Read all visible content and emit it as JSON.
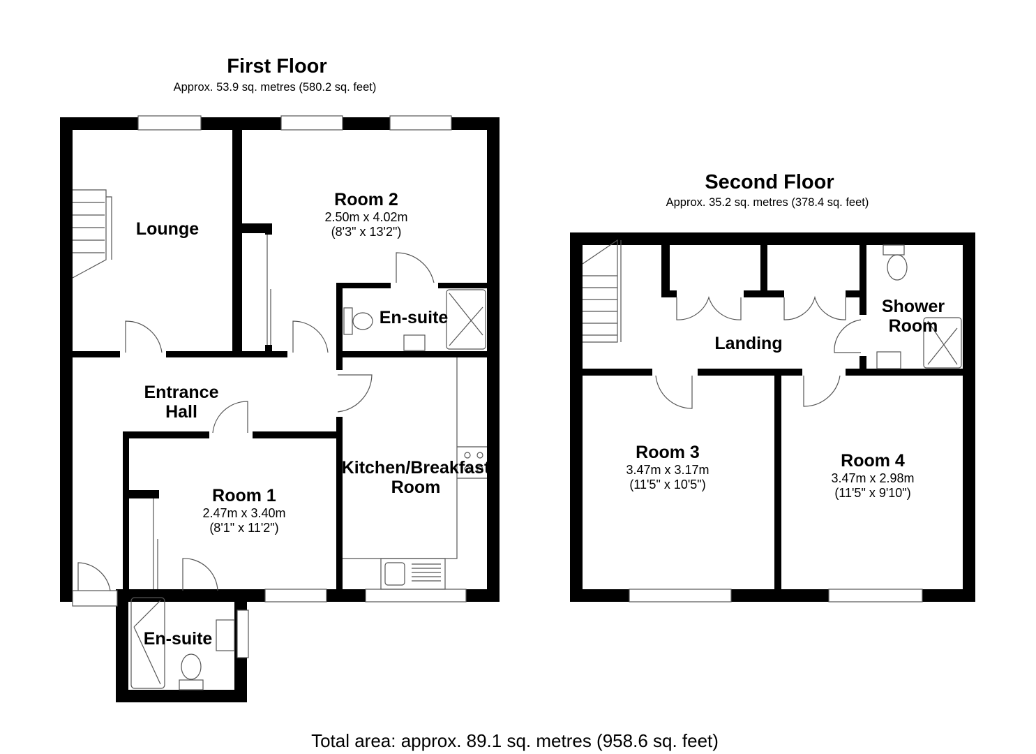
{
  "first_floor": {
    "title": "First Floor",
    "area": "Approx. 53.9 sq. metres (580.2 sq. feet)",
    "rooms": {
      "lounge": {
        "name": "Lounge"
      },
      "room2": {
        "name": "Room 2",
        "metric": "2.50m x 4.02m",
        "imperial": "(8'3\" x 13'2\")"
      },
      "ensuite_upper": {
        "name": "En-suite"
      },
      "entrance_hall": {
        "name_line1": "Entrance",
        "name_line2": "Hall"
      },
      "kitchen": {
        "name_line1": "Kitchen/Breakfast",
        "name_line2": "Room"
      },
      "room1": {
        "name": "Room 1",
        "metric": "2.47m x 3.40m",
        "imperial": "(8'1\" x 11'2\")"
      },
      "ensuite_lower": {
        "name": "En-suite"
      }
    }
  },
  "second_floor": {
    "title": "Second Floor",
    "area": "Approx. 35.2 sq. metres (378.4 sq. feet)",
    "rooms": {
      "landing": {
        "name": "Landing"
      },
      "shower_room": {
        "name_line1": "Shower",
        "name_line2": "Room"
      },
      "room3": {
        "name": "Room 3",
        "metric": "3.47m x 3.17m",
        "imperial": "(11'5\" x 10'5\")"
      },
      "room4": {
        "name": "Room 4",
        "metric": "3.47m x 2.98m",
        "imperial": "(11'5\" x 9'10\")"
      }
    }
  },
  "total_area": "Total area: approx. 89.1 sq. metres (958.6 sq. feet)"
}
